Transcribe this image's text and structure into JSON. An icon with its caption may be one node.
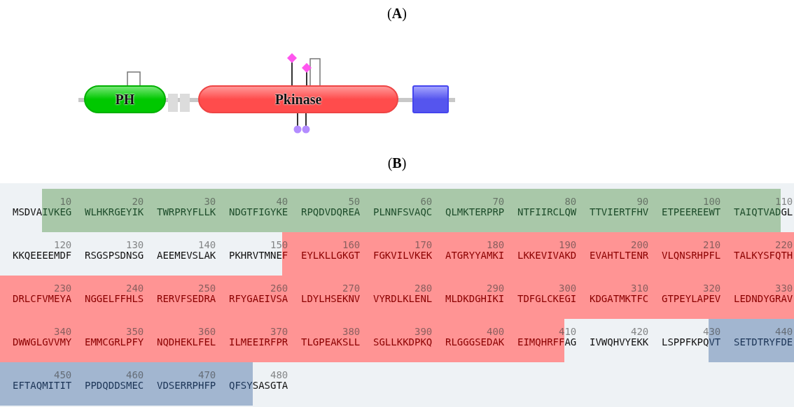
{
  "diagram": {
    "nodes": [
      {
        "text": [
          "PH"
        ]
      },
      {
        "text": [
          "Pkinase"
        ]
      },
      {
        "text": [],
        "shape": "box"
      }
    ],
    "labels": [
      "(A)",
      "(B)",
      "10",
      "20",
      "30",
      "40",
      "50",
      "60",
      "70",
      "80",
      "90",
      "100",
      "110",
      "MSDVAIVKEG",
      "WLHKRGEYIK",
      "TWRPRYFLLK",
      "NDGTFIGYKE",
      "RPQDVDQREA",
      "PLNNFSVAQC",
      "QLMKTERPRP",
      "NTFIIRCLQW",
      "TTVIERTFHV",
      "ETPEEREEWT",
      "TAIQTVADGL",
      "120",
      "130",
      "140",
      "150",
      "160",
      "170",
      "180",
      "190",
      "200",
      "210",
      "220",
      "KKQEEEEMDF",
      "RSGSPSDNSG",
      "AEEMEVSLAK",
      "PKHRVTMNEF",
      "EYLKLLGKGT",
      "FGKVILVKEK",
      "ATGRYYAMKI",
      "LKKEVIVAKD",
      "EVAHTLTENR",
      "VLQNSRHPFL",
      "TALKYSFQTH",
      "230",
      "240",
      "250",
      "260",
      "270",
      "280",
      "290",
      "300",
      "310",
      "320",
      "330",
      "DRLCFVMEYA",
      "NGGELFFHLS",
      "RERVFSEDRA",
      "RFYGAEIVSA",
      "LDYLHSEKNV",
      "VYRDLKLENL",
      "MLDKDGHIKI",
      "TDFGLCKEGI",
      "KDGATMKTFC",
      "GTPEYLAPEV",
      "LEDNDYGRAV",
      "340",
      "350",
      "360",
      "370",
      "380",
      "390",
      "400",
      "410",
      "420",
      "430",
      "440",
      "DWWGLGVVMY",
      "EMMCGRLPFY",
      "NQDHEKLFEL",
      "ILMEEIRFPR",
      "TLGPEAKSLL",
      "SGLLKKDPKQ",
      "RLGGGSEDAK",
      "EIMQHRFFAG",
      "IVWQHVYEKK",
      "LSPPFKPQVT",
      "SETDTRYFDE",
      "450",
      "460",
      "470",
      "480",
      "EFTAQMITIT",
      "PPDQDDSMEC",
      "VDSERRPHFP",
      "QFSYSASGTA"
    ]
  }
}
